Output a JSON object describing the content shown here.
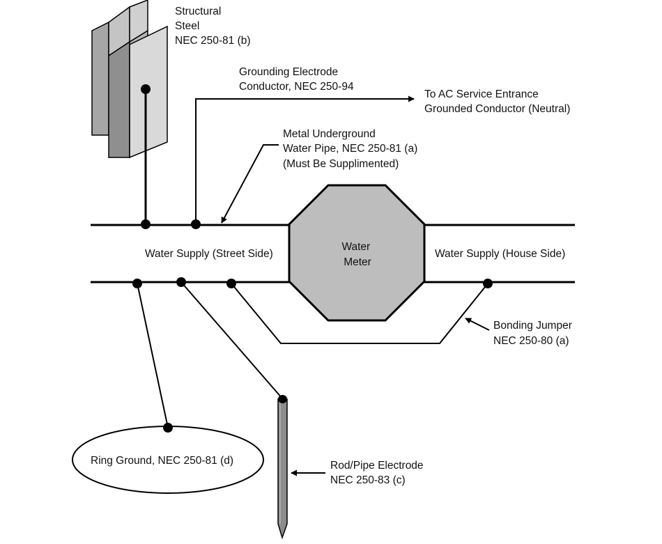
{
  "labels": {
    "steel": [
      "Structural",
      "Steel",
      "NEC 250-81 (b)"
    ],
    "gec": [
      "Grounding Electrode",
      "Conductor, NEC 250-94"
    ],
    "ac": [
      "To AC Service Entrance",
      "Grounded Conductor (Neutral)"
    ],
    "pipe": [
      "Metal Underground",
      "Water Pipe, NEC 250-81 (a)",
      "(Must Be Supplimented)"
    ],
    "street": "Water Supply  (Street Side)",
    "meter": [
      "Water",
      "Meter"
    ],
    "house": "Water Supply (House Side)",
    "jumper": [
      "Bonding Jumper",
      "NEC 250-80 (a)"
    ],
    "ring": "Ring Ground, NEC 250-81 (d)",
    "rod": [
      "Rod/Pipe Electrode",
      "NEC 250-83 (c)"
    ]
  },
  "colors": {
    "line": "#000000",
    "meter_fill": "#bdbdbd",
    "steel_light": "#d9d9d9",
    "steel_dark": "#9a9a9a",
    "rod_fill": "#8c8c8c"
  }
}
